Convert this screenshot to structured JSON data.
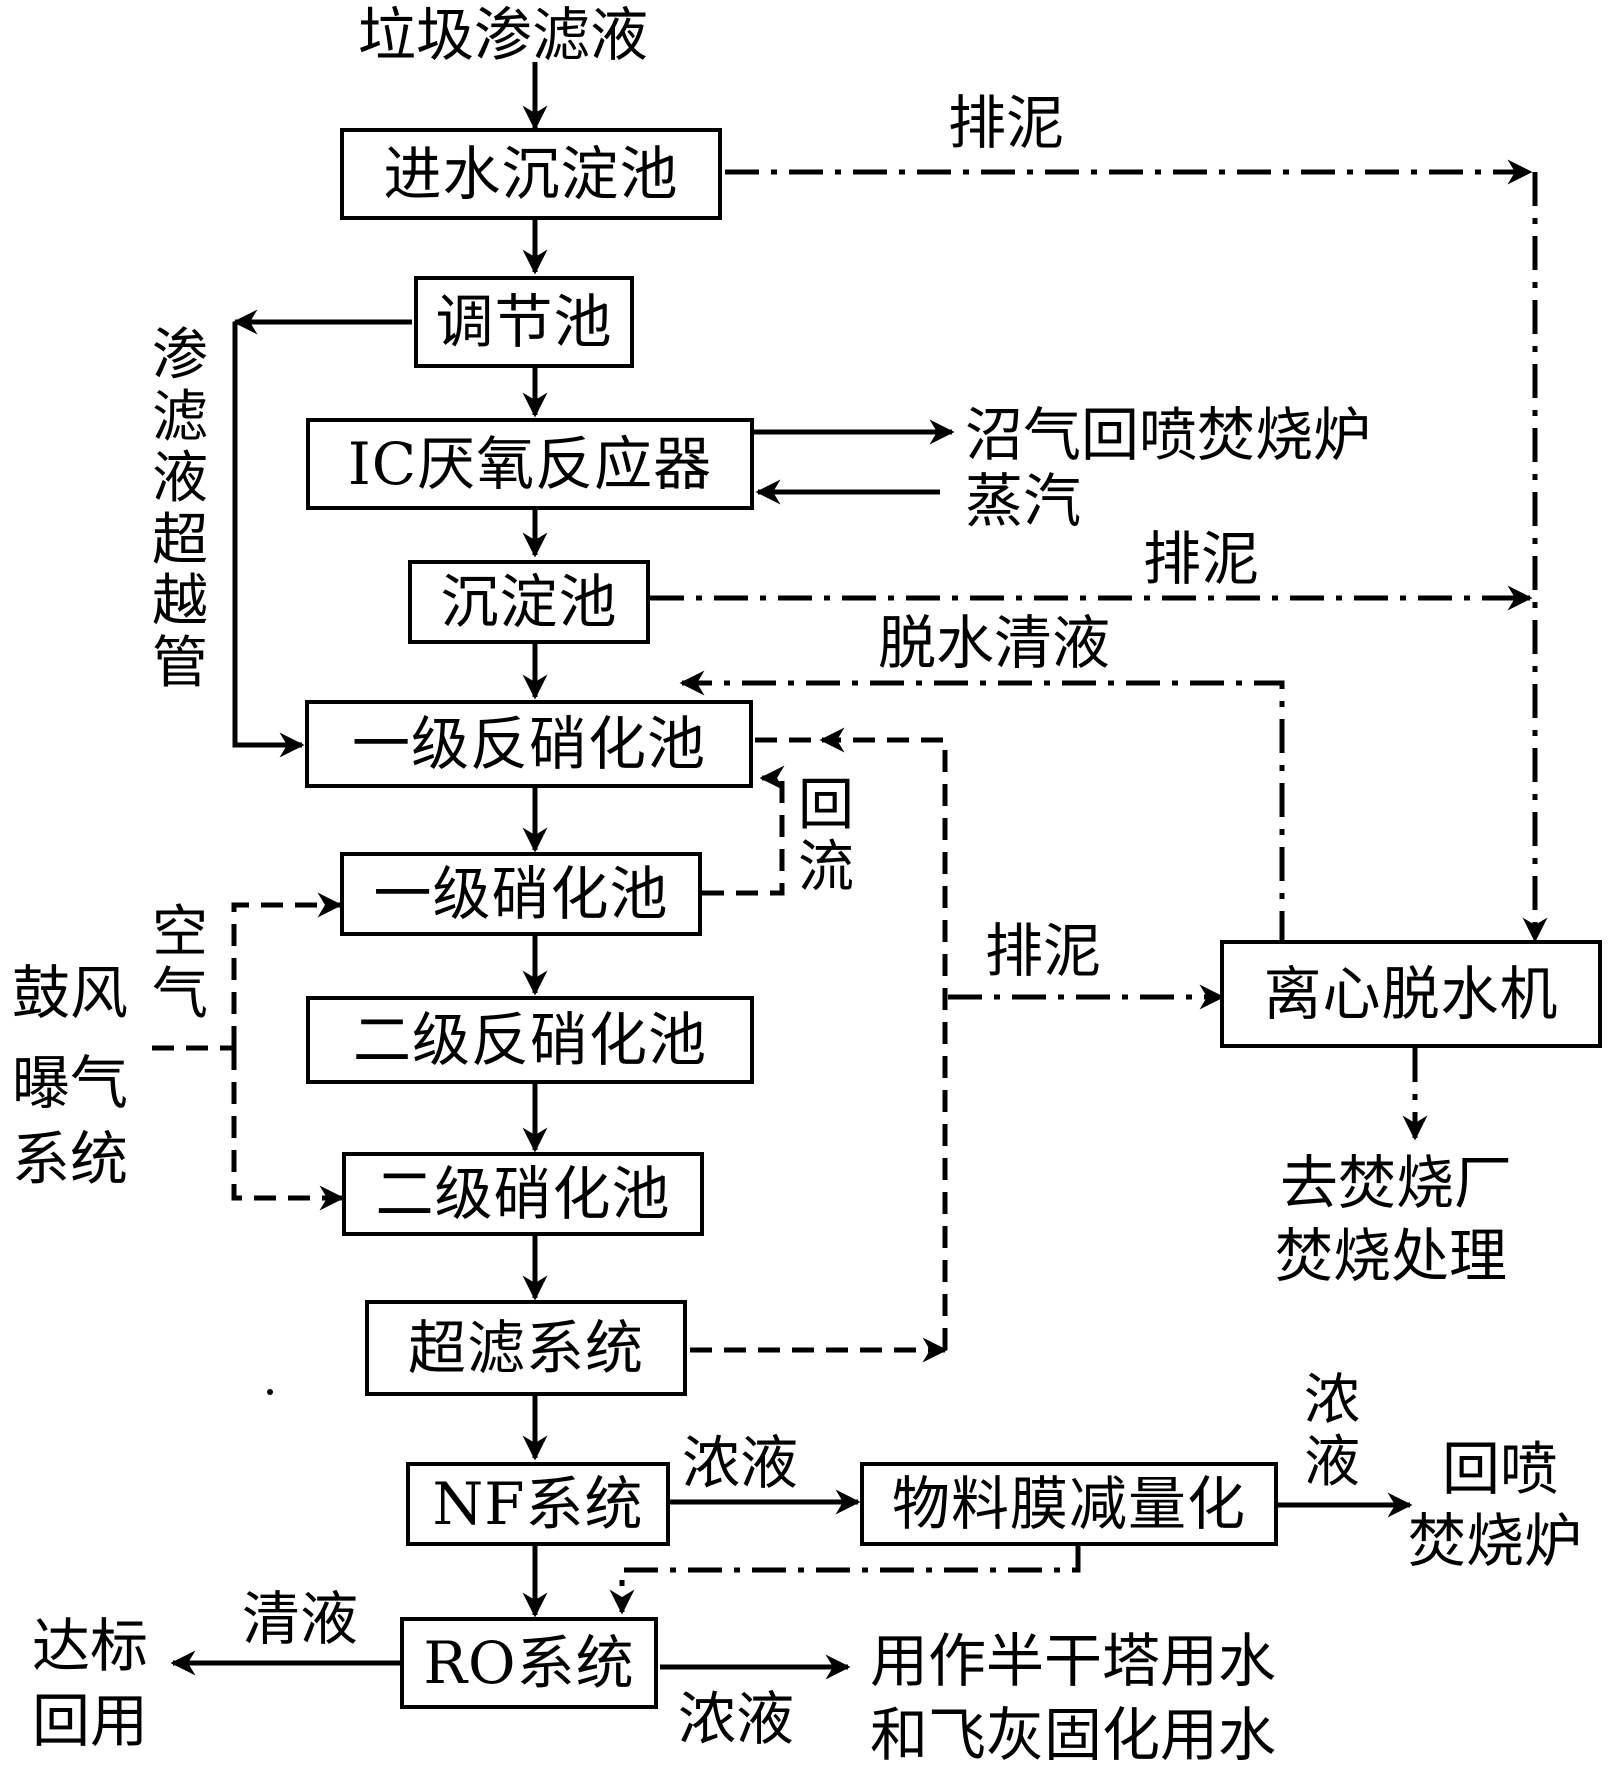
{
  "nodes": {
    "inlet_settling": "进水沉淀池",
    "regulating": "调节池",
    "ic_reactor": "IC厌氧反应器",
    "settling": "沉淀池",
    "denit1": "一级反硝化池",
    "nit1": "一级硝化池",
    "denit2": "二级反硝化池",
    "nit2": "二级硝化池",
    "uf": "超滤系统",
    "nf": "NF系统",
    "membrane_reduction": "物料膜减量化",
    "ro": "RO系统",
    "centrifuge": "离心脱水机"
  },
  "labels": {
    "leachate": "垃圾渗滤液",
    "sludge_1": "排泥",
    "sludge_2": "排泥",
    "sludge_3": "排泥",
    "biogas": "沼气回喷焚烧炉",
    "steam": "蒸汽",
    "bypass": "渗滤液超越管",
    "dewater_clear": "脱水清液",
    "reflux": "回流",
    "air": "空气",
    "blower_line1": "鼓风",
    "blower_line2": "曝气",
    "blower_line3": "系统",
    "incinerate_line1": "去焚烧厂",
    "incinerate_line2": "焚烧处理",
    "nf_concentrate": "浓液",
    "mem_concentrate": "浓液",
    "reinject_line1": "回喷",
    "reinject_line2": "焚烧炉",
    "clear_liquid": "清液",
    "standard_line1": "达标",
    "standard_line2": "回用",
    "ro_concentrate": "浓液",
    "use_line1": "用作半干塔用水",
    "use_line2": "和飞灰固化用水"
  }
}
